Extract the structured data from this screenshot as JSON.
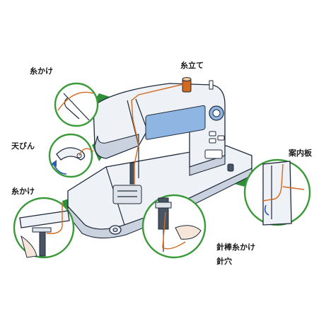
{
  "labels": {
    "thread_guide_top": "糸かけ",
    "spool_pin": "糸立て",
    "take_up_lever": "天びん",
    "guide_plate": "案内板",
    "thread_guide_lower": "糸かけ",
    "needle_bar_guide": "針棒糸かけ",
    "needle_eye": "針穴"
  },
  "colors": {
    "outline": "#1f2a3a",
    "machine_body": "#eef1f5",
    "machine_shade": "#c9d2de",
    "display": "#8fb6e3",
    "thread": "#d2691e",
    "callout": "#2f8f3a",
    "callout_edge": "#3a9a3a",
    "skin": "#f6e6da"
  }
}
